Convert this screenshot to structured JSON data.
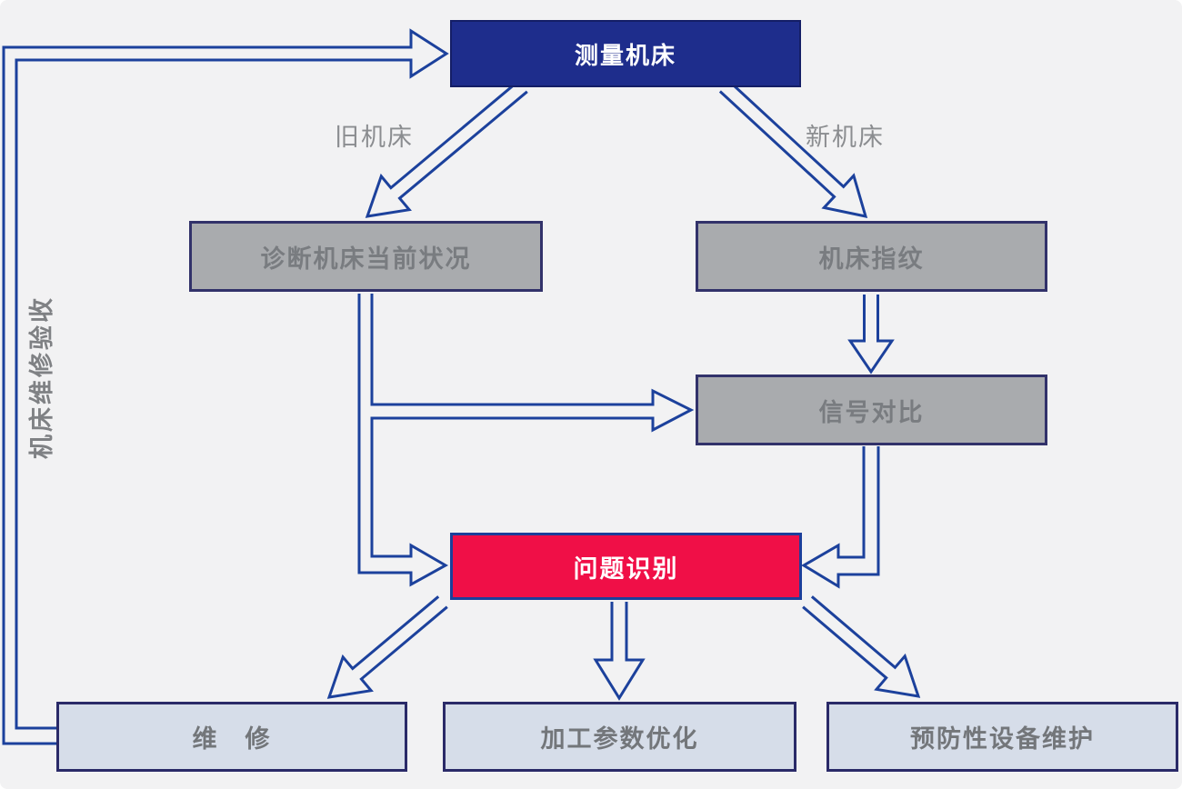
{
  "diagram_title": "",
  "colors": {
    "background": "#f2f2f3",
    "arrow_stroke": "#1c419c",
    "primary_node_fill": "#1e2d8c",
    "gray_node_fill": "#a9abae",
    "alert_node_fill": "#f00f47",
    "light_node_fill": "#d6dde9",
    "node_border_navy": "#32326a",
    "label_gray": "#8b8d90",
    "white_text": "#ffffff"
  },
  "nodes": {
    "measure": {
      "label": "测量机床"
    },
    "diagnose": {
      "label": "诊断机床当前状况"
    },
    "fingerprint": {
      "label": "机床指纹"
    },
    "signal": {
      "label": "信号对比"
    },
    "problem": {
      "label": "问题识别"
    },
    "repair": {
      "label": "维　修"
    },
    "param": {
      "label": "加工参数优化"
    },
    "preventive": {
      "label": "预防性设备维护"
    }
  },
  "edge_labels": {
    "old_machine": "旧机床",
    "new_machine": "新机床",
    "repair_acceptance": "机床维修验收"
  },
  "edges": [
    {
      "from": "测量机床",
      "to": "诊断机床当前状况",
      "label": "旧机床"
    },
    {
      "from": "测量机床",
      "to": "机床指纹",
      "label": "新机床"
    },
    {
      "from": "机床指纹",
      "to": "信号对比",
      "label": ""
    },
    {
      "from": "诊断机床当前状况",
      "to": "信号对比",
      "label": ""
    },
    {
      "from": "诊断机床当前状况",
      "to": "问题识别",
      "label": ""
    },
    {
      "from": "信号对比",
      "to": "问题识别",
      "label": ""
    },
    {
      "from": "问题识别",
      "to": "维修",
      "label": ""
    },
    {
      "from": "问题识别",
      "to": "加工参数优化",
      "label": ""
    },
    {
      "from": "问题识别",
      "to": "预防性设备维护",
      "label": ""
    },
    {
      "from": "维修",
      "to": "测量机床",
      "label": "机床维修验收"
    }
  ]
}
